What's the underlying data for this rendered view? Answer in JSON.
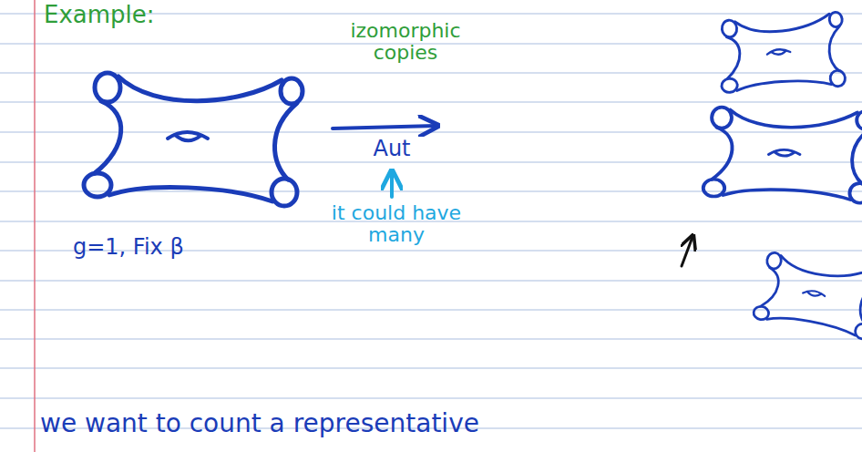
{
  "diagram": {
    "title": "Example:",
    "labels": [
      "izomorphic copies",
      "Aut",
      "it could have many",
      "g=1, Fix β",
      "we want to count a representative"
    ]
  }
}
